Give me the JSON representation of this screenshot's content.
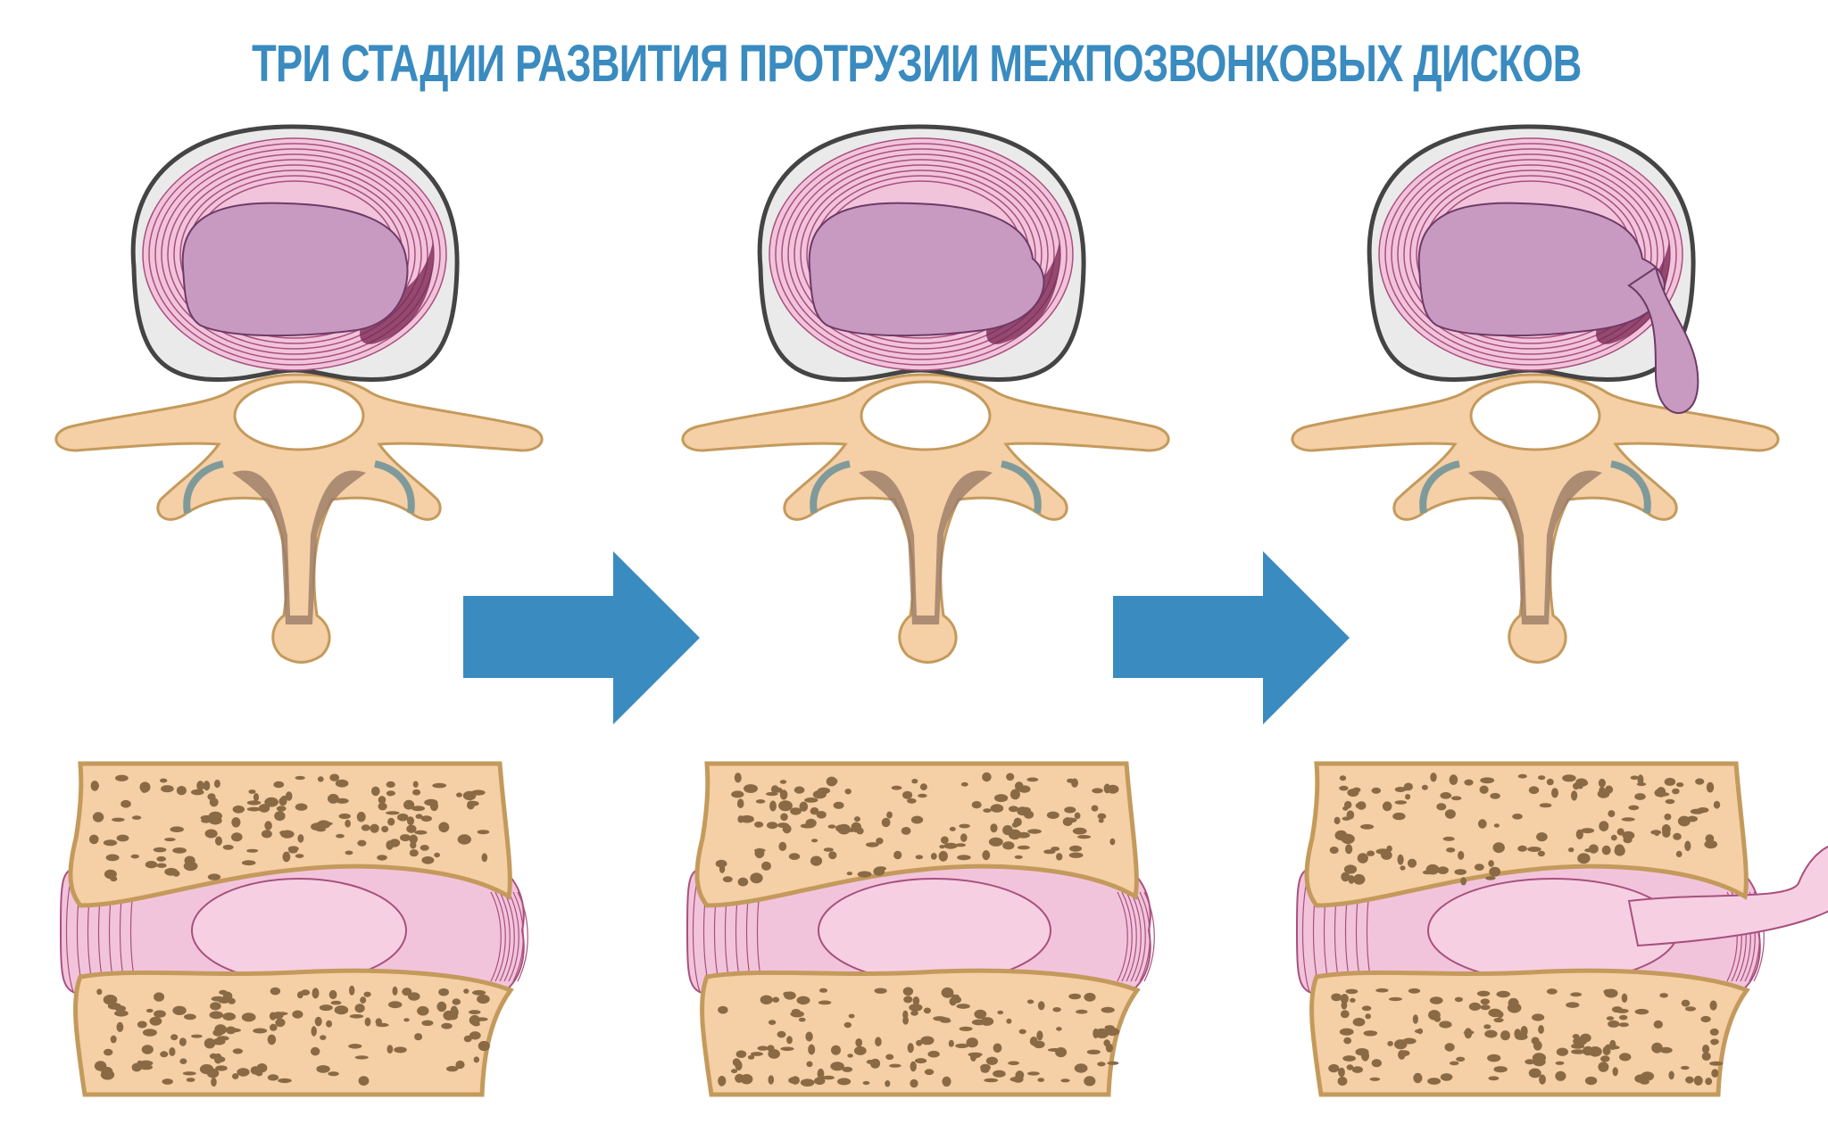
{
  "title": "ТРИ СТАДИИ РАЗВИТИЯ ПРОТРУЗИИ МЕЖПОЗВОНКОВЫХ ДИСКОВ",
  "stages": [
    {
      "stage": 1,
      "nucleus_bulge": 0.0,
      "herniation": false
    },
    {
      "stage": 2,
      "nucleus_bulge": 0.5,
      "herniation": false
    },
    {
      "stage": 3,
      "nucleus_bulge": 1.0,
      "herniation": true
    }
  ],
  "colors": {
    "title": "#3a8bc0",
    "arrow": "#3a8bbf",
    "bone": "#f5cfa5",
    "bone_outline": "#c49a5c",
    "disc": "#f2c4dc",
    "disc_lines": "#a8507e",
    "nucleus": "#c89ac2"
  }
}
